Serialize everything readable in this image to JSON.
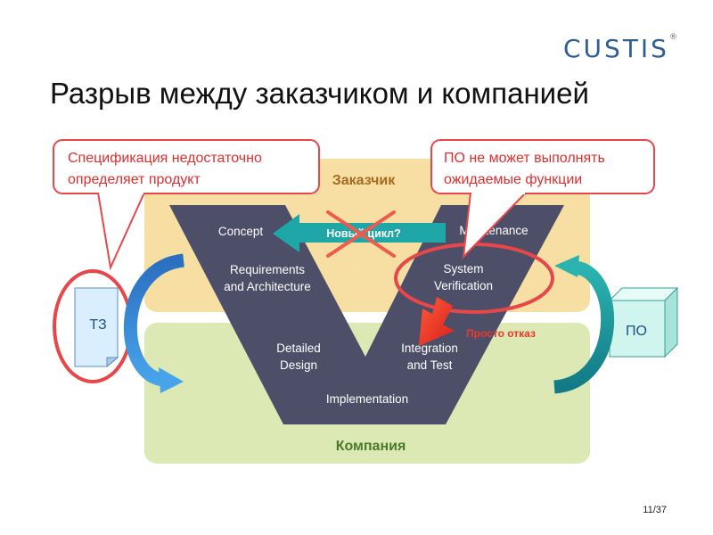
{
  "header": {
    "logo": "CUSTIS",
    "logo_mark": "®",
    "title": "Разрыв между заказчиком и компанией"
  },
  "zones": {
    "customer": "Заказчик",
    "company": "Компания"
  },
  "v_model": {
    "concept": "Concept",
    "requirements": [
      "Requirements",
      "and Architecture"
    ],
    "detailed_design": [
      "Detailed",
      "Design"
    ],
    "implementation": "Implementation",
    "integration": [
      "Integration",
      "and Test"
    ],
    "system_verification": [
      "System",
      "Verification"
    ],
    "maintenance": "Maintenance"
  },
  "arrows": {
    "new_cycle": "Новый цикл?",
    "refusal": "Просто отказ"
  },
  "callouts": {
    "left": [
      "Спецификация недостаточно",
      "определяет продукт"
    ],
    "right": [
      "ПО не может выполнять",
      "ожидаемые функции"
    ]
  },
  "artifacts": {
    "spec_doc": "ТЗ",
    "software": "ПО"
  },
  "footer": {
    "page": "11/37"
  },
  "colors": {
    "customer_zone": "#f7dfa4",
    "company_zone": "#dde9b4",
    "v_shape": "#4d4e68",
    "callout_border": "#e8474a",
    "teal_arrow": "#1fa3a3",
    "blue_arrow": "#2e7fd0"
  }
}
